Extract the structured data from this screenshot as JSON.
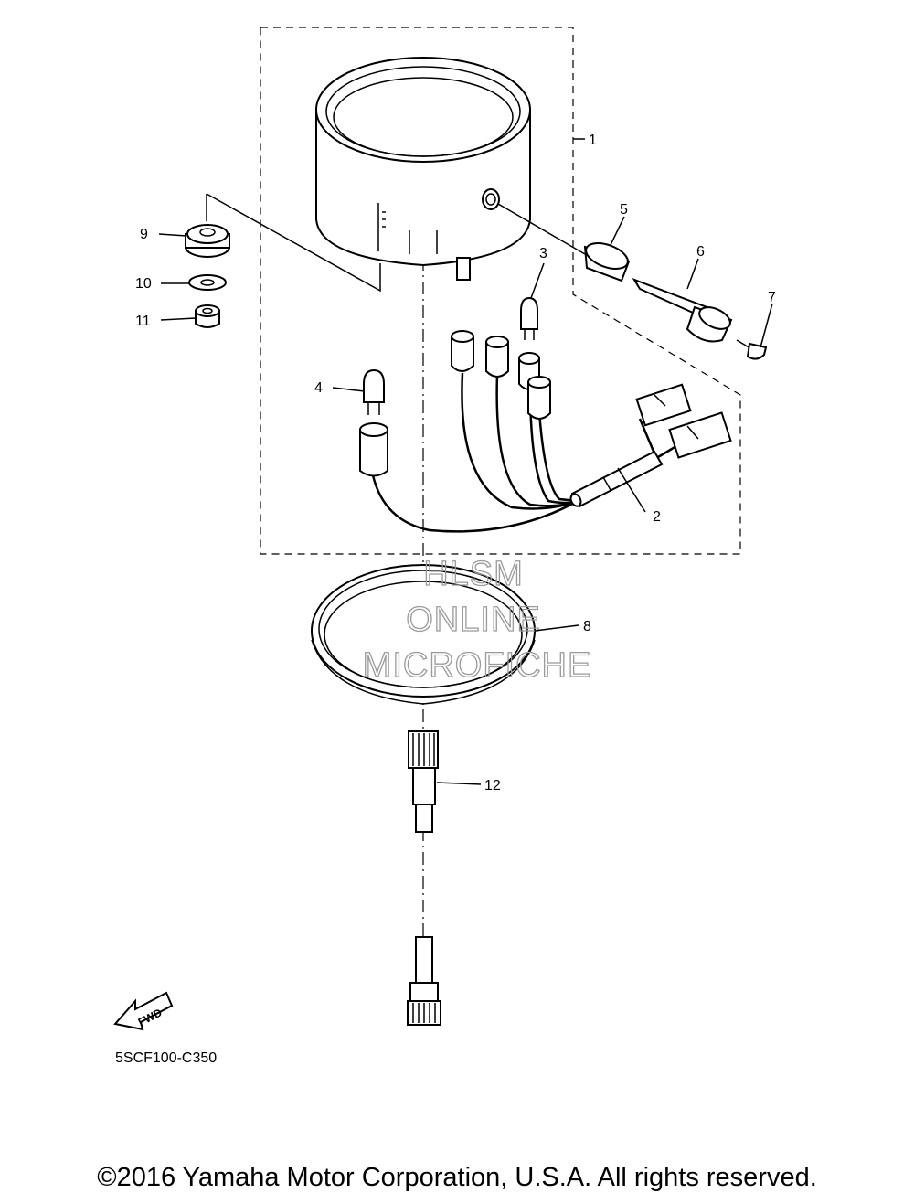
{
  "diagram": {
    "callouts": [
      {
        "id": "1",
        "label": "1"
      },
      {
        "id": "2",
        "label": "2"
      },
      {
        "id": "3",
        "label": "3"
      },
      {
        "id": "4",
        "label": "4"
      },
      {
        "id": "5",
        "label": "5"
      },
      {
        "id": "6",
        "label": "6"
      },
      {
        "id": "7",
        "label": "7"
      },
      {
        "id": "8",
        "label": "8"
      },
      {
        "id": "9",
        "label": "9"
      },
      {
        "id": "10",
        "label": "10"
      },
      {
        "id": "11",
        "label": "11"
      },
      {
        "id": "12",
        "label": "12"
      }
    ],
    "fwd_label": "FWD",
    "reference_code": "5SCF100-C350",
    "watermark": [
      "HLSM",
      "ONLINE",
      "MICROFICHE"
    ]
  },
  "footer": {
    "copyright": "©2016 Yamaha Motor Corporation, U.S.A. All rights reserved."
  }
}
